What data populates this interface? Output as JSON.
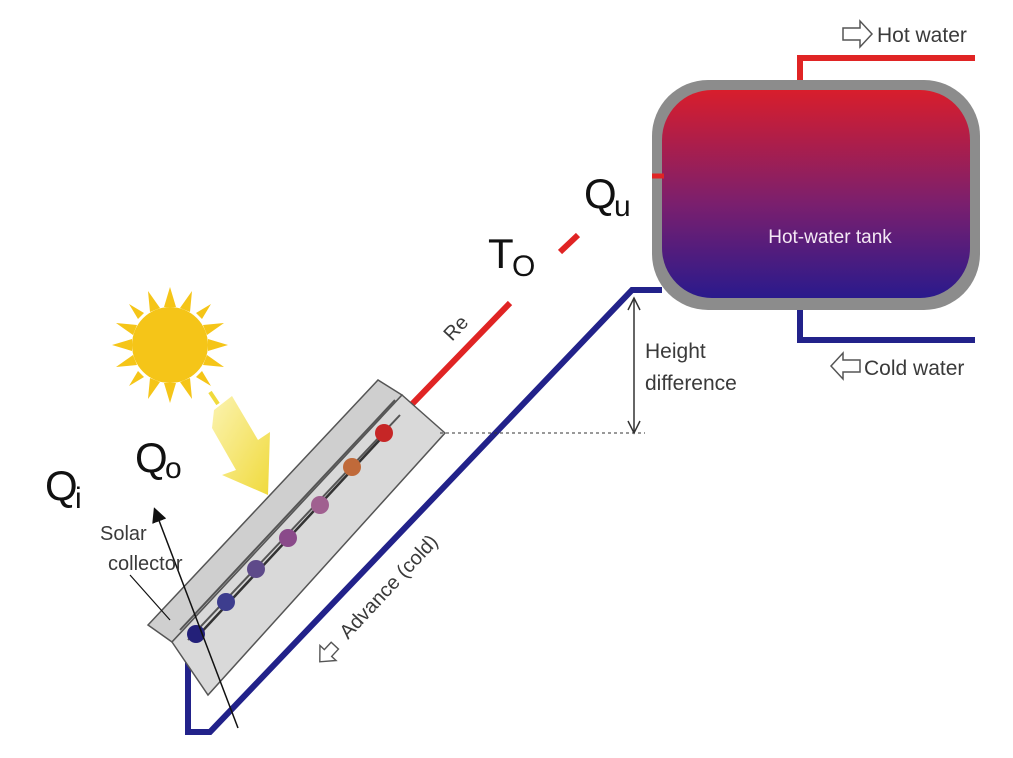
{
  "labels": {
    "hot_water": "Hot water",
    "cold_water": "Cold water",
    "tank": "Hot-water tank",
    "height_line1": "Height",
    "height_line2": "difference",
    "solar_line1": "Solar",
    "solar_line2": "collector",
    "advance": "Advance (cold)",
    "return": "Re",
    "q_u_main": "Q",
    "q_u_sub": "u",
    "t_o_main": "T",
    "t_o_sub": "O",
    "q_o_main": "Q",
    "q_o_sub": "o",
    "q_i_main": "Q",
    "q_i_sub": "i"
  },
  "colors": {
    "hot_pipe": "#e02424",
    "cold_pipe": "#22228a",
    "tank_top": "#d81e2c",
    "tank_bottom": "#2a1a8c",
    "tank_rim": "#8c8c8c",
    "sun": "#f5c518",
    "collector_body": "#d9d9d9"
  },
  "icons": {
    "hot_arrow": "hollow-arrow-right-icon",
    "cold_arrow": "hollow-arrow-left-icon",
    "sun": "sun-icon",
    "ray": "sunlight-arrow-icon"
  }
}
